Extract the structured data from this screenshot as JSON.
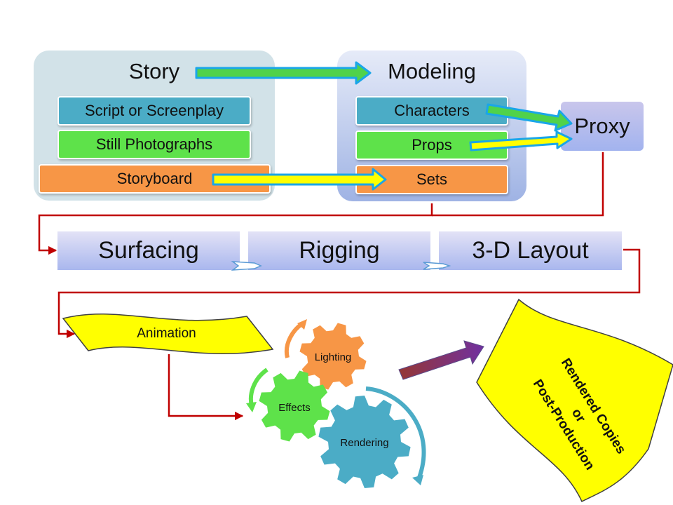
{
  "story": {
    "title": "Story",
    "items": [
      "Script or Screenplay",
      "Still Photographs",
      "Storyboard"
    ]
  },
  "modeling": {
    "title": "Modeling",
    "items": [
      "Characters",
      "Props",
      "Sets"
    ]
  },
  "proxy": "Proxy",
  "stages": [
    "Surfacing",
    "Rigging",
    "3-D Layout"
  ],
  "animation": "Animation",
  "gears": {
    "lighting": "Lighting",
    "effects": "Effects",
    "rendering": "Rendering"
  },
  "output": {
    "line1": "Rendered Copies",
    "line2": "or",
    "line3": "Post-Production"
  },
  "colors": {
    "teal": "#4bacc6",
    "green": "#5ee24a",
    "orange": "#f79646",
    "yellow": "#ffff00",
    "connector_red": "#c00000",
    "purple_arrow": "#7030a0"
  }
}
